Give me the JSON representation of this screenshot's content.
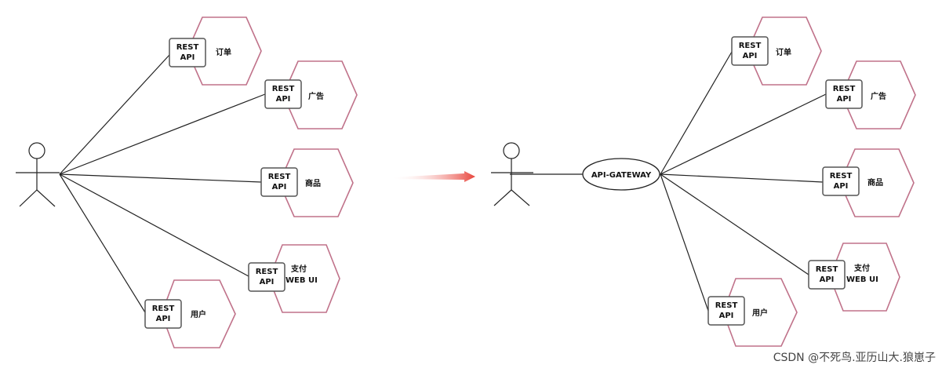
{
  "diagram": {
    "rest_label_line1": "REST",
    "rest_label_line2": "API",
    "services": {
      "order": "订单",
      "ad": "广告",
      "product": "商品",
      "pay_line1": "支付",
      "pay_line2": "WEB UI",
      "user": "用户"
    },
    "gateway": "API-GATEWAY",
    "arrow_color": "#e8453c"
  },
  "watermark": "CSDN @不死鸟.亚历山大.狼崽子"
}
